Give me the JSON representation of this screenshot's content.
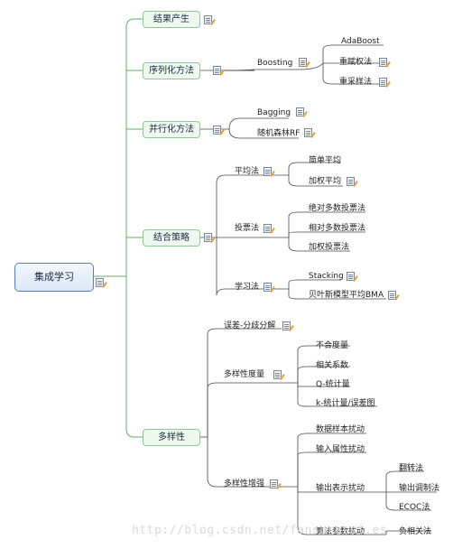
{
  "root": "集成学习",
  "categories": {
    "result": "结果产生",
    "sequential": "序列化方法",
    "parallel": "并行化方法",
    "strategy": "结合策略",
    "diversity": "多样性"
  },
  "sequential": {
    "boosting": "Boosting",
    "adaboost": "AdaBoost",
    "reweight": "重赋权法",
    "resample": "重采样法"
  },
  "parallel": {
    "bagging": "Bagging",
    "rf": "随机森林RF"
  },
  "strategy": {
    "average": "平均法",
    "simple_avg": "简单平均",
    "weighted_avg": "加权平均",
    "voting": "投票法",
    "absolute_majority": "绝对多数投票法",
    "relative_majority": "相对多数投票法",
    "weighted_voting": "加权投票法",
    "learning": "学习法",
    "stacking": "Stacking",
    "bma": "贝叶斯模型平均BMA"
  },
  "diversity": {
    "error_decomp": "误差-分歧分解",
    "measure": "多样性度量",
    "disagreement": "不合度量",
    "correlation": "相关系数",
    "q_stat": "Q-统计量",
    "kappa": "k-统计量/误差图",
    "enhance": "多样性增强",
    "sample_perturb": "数据样本扰动",
    "attr_perturb": "输入属性扰动",
    "output_perturb": "输出表示扰动",
    "flip": "翻转法",
    "output_modulate": "输出调制法",
    "ecoc": "ECOC法",
    "param_perturb": "算法参数扰动",
    "negative_corr": "负相关法"
  },
  "watermark": "http://blog.csdn.net/fansuressi.es"
}
